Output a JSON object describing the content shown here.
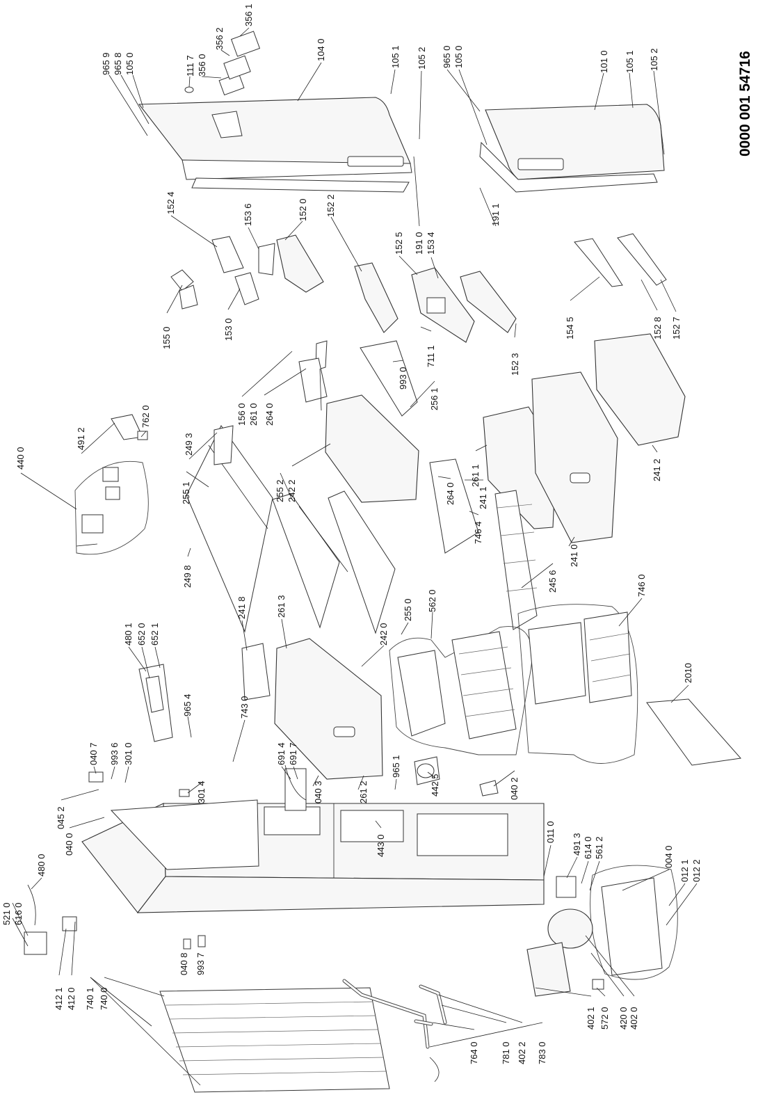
{
  "document_number": "0000 001 54716",
  "labels": [
    {
      "id": "965_9",
      "text": "965 9"
    },
    {
      "id": "965_8",
      "text": "965 8"
    },
    {
      "id": "105_0a",
      "text": "105 0"
    },
    {
      "id": "111_7",
      "text": "111 7"
    },
    {
      "id": "356_0",
      "text": "356 0"
    },
    {
      "id": "356_2",
      "text": "356 2"
    },
    {
      "id": "356_1",
      "text": "356 1"
    },
    {
      "id": "104_0",
      "text": "104 0"
    },
    {
      "id": "105_1a",
      "text": "105 1"
    },
    {
      "id": "105_2a",
      "text": "105 2"
    },
    {
      "id": "965_0",
      "text": "965 0"
    },
    {
      "id": "105_0b",
      "text": "105 0"
    },
    {
      "id": "101_0",
      "text": "101 0"
    },
    {
      "id": "105_1b",
      "text": "105 1"
    },
    {
      "id": "105_2b",
      "text": "105 2"
    },
    {
      "id": "152_4",
      "text": "152 4"
    },
    {
      "id": "153_6",
      "text": "153 6"
    },
    {
      "id": "152_0",
      "text": "152 0"
    },
    {
      "id": "152_2",
      "text": "152 2"
    },
    {
      "id": "152_5",
      "text": "152 5"
    },
    {
      "id": "191_0",
      "text": "191 0"
    },
    {
      "id": "153_4",
      "text": "153 4"
    },
    {
      "id": "191_1",
      "text": "191 1"
    },
    {
      "id": "155_0",
      "text": "155 0"
    },
    {
      "id": "153_0",
      "text": "153 0"
    },
    {
      "id": "711_1",
      "text": "711 1"
    },
    {
      "id": "152_3",
      "text": "152 3"
    },
    {
      "id": "154_5",
      "text": "154 5"
    },
    {
      "id": "152_8",
      "text": "152 8"
    },
    {
      "id": "152_7",
      "text": "152 7"
    },
    {
      "id": "156_0",
      "text": "156 0"
    },
    {
      "id": "261_0",
      "text": "261 0"
    },
    {
      "id": "264_0a",
      "text": "264 0"
    },
    {
      "id": "993_0",
      "text": "993 0"
    },
    {
      "id": "256_1",
      "text": "256 1"
    },
    {
      "id": "762_0",
      "text": "762 0"
    },
    {
      "id": "440_0",
      "text": "440 0"
    },
    {
      "id": "491_2",
      "text": "491 2"
    },
    {
      "id": "249_3",
      "text": "249 3"
    },
    {
      "id": "255_1",
      "text": "255 1"
    },
    {
      "id": "255_2",
      "text": "255 2"
    },
    {
      "id": "242_2",
      "text": "242 2"
    },
    {
      "id": "264_0b",
      "text": "264 0"
    },
    {
      "id": "261_1",
      "text": "261 1"
    },
    {
      "id": "241_1",
      "text": "241 1"
    },
    {
      "id": "746_4",
      "text": "746 4"
    },
    {
      "id": "249_8",
      "text": "249 8"
    },
    {
      "id": "245_6",
      "text": "245 6"
    },
    {
      "id": "241_0",
      "text": "241 0"
    },
    {
      "id": "241_2",
      "text": "241 2"
    },
    {
      "id": "480_1",
      "text": "480 1"
    },
    {
      "id": "652_0",
      "text": "652 0"
    },
    {
      "id": "652_1",
      "text": "652 1"
    },
    {
      "id": "241_8",
      "text": "241 8"
    },
    {
      "id": "261_3",
      "text": "261 3"
    },
    {
      "id": "255_0",
      "text": "255 0"
    },
    {
      "id": "562_0",
      "text": "562 0"
    },
    {
      "id": "242_0",
      "text": "242 0"
    },
    {
      "id": "746_0",
      "text": "746 0"
    },
    {
      "id": "965_4",
      "text": "965 4"
    },
    {
      "id": "743_0",
      "text": "743 0"
    },
    {
      "id": "2010",
      "text": "2010"
    },
    {
      "id": "040_7",
      "text": "040 7"
    },
    {
      "id": "993_6",
      "text": "993 6"
    },
    {
      "id": "301_0",
      "text": "301 0"
    },
    {
      "id": "691_4",
      "text": "691 4"
    },
    {
      "id": "691_7",
      "text": "691 7"
    },
    {
      "id": "965_1",
      "text": "965 1"
    },
    {
      "id": "301_4",
      "text": "301 4"
    },
    {
      "id": "040_3",
      "text": "040 3"
    },
    {
      "id": "261_2",
      "text": "261 2"
    },
    {
      "id": "442_5",
      "text": "442 5"
    },
    {
      "id": "045_2",
      "text": "045 2"
    },
    {
      "id": "040_0",
      "text": "040 0"
    },
    {
      "id": "443_0",
      "text": "443 0"
    },
    {
      "id": "040_2",
      "text": "040 2"
    },
    {
      "id": "011_0",
      "text": "011 0"
    },
    {
      "id": "491_3",
      "text": "491 3"
    },
    {
      "id": "614_0",
      "text": "614 0"
    },
    {
      "id": "561_2",
      "text": "561 2"
    },
    {
      "id": "480_0",
      "text": "480 0"
    },
    {
      "id": "004_0",
      "text": "004 0"
    },
    {
      "id": "012_1",
      "text": "012 1"
    },
    {
      "id": "012_2",
      "text": "012 2"
    },
    {
      "id": "521_0",
      "text": "521 0"
    },
    {
      "id": "616_0",
      "text": "616 0"
    },
    {
      "id": "040_8",
      "text": "040 8"
    },
    {
      "id": "993_7",
      "text": "993 7"
    },
    {
      "id": "412_1",
      "text": "412 1"
    },
    {
      "id": "412_0",
      "text": "412 0"
    },
    {
      "id": "740_1",
      "text": "740 1"
    },
    {
      "id": "740_0",
      "text": "740 0"
    },
    {
      "id": "764_0",
      "text": "764 0"
    },
    {
      "id": "781_0",
      "text": "781 0"
    },
    {
      "id": "402_2",
      "text": "402 2"
    },
    {
      "id": "783_0",
      "text": "783 0"
    },
    {
      "id": "402_1",
      "text": "402 1"
    },
    {
      "id": "572_0",
      "text": "572 0"
    },
    {
      "id": "420_0",
      "text": "420 0"
    },
    {
      "id": "402_0",
      "text": "402 0"
    }
  ]
}
